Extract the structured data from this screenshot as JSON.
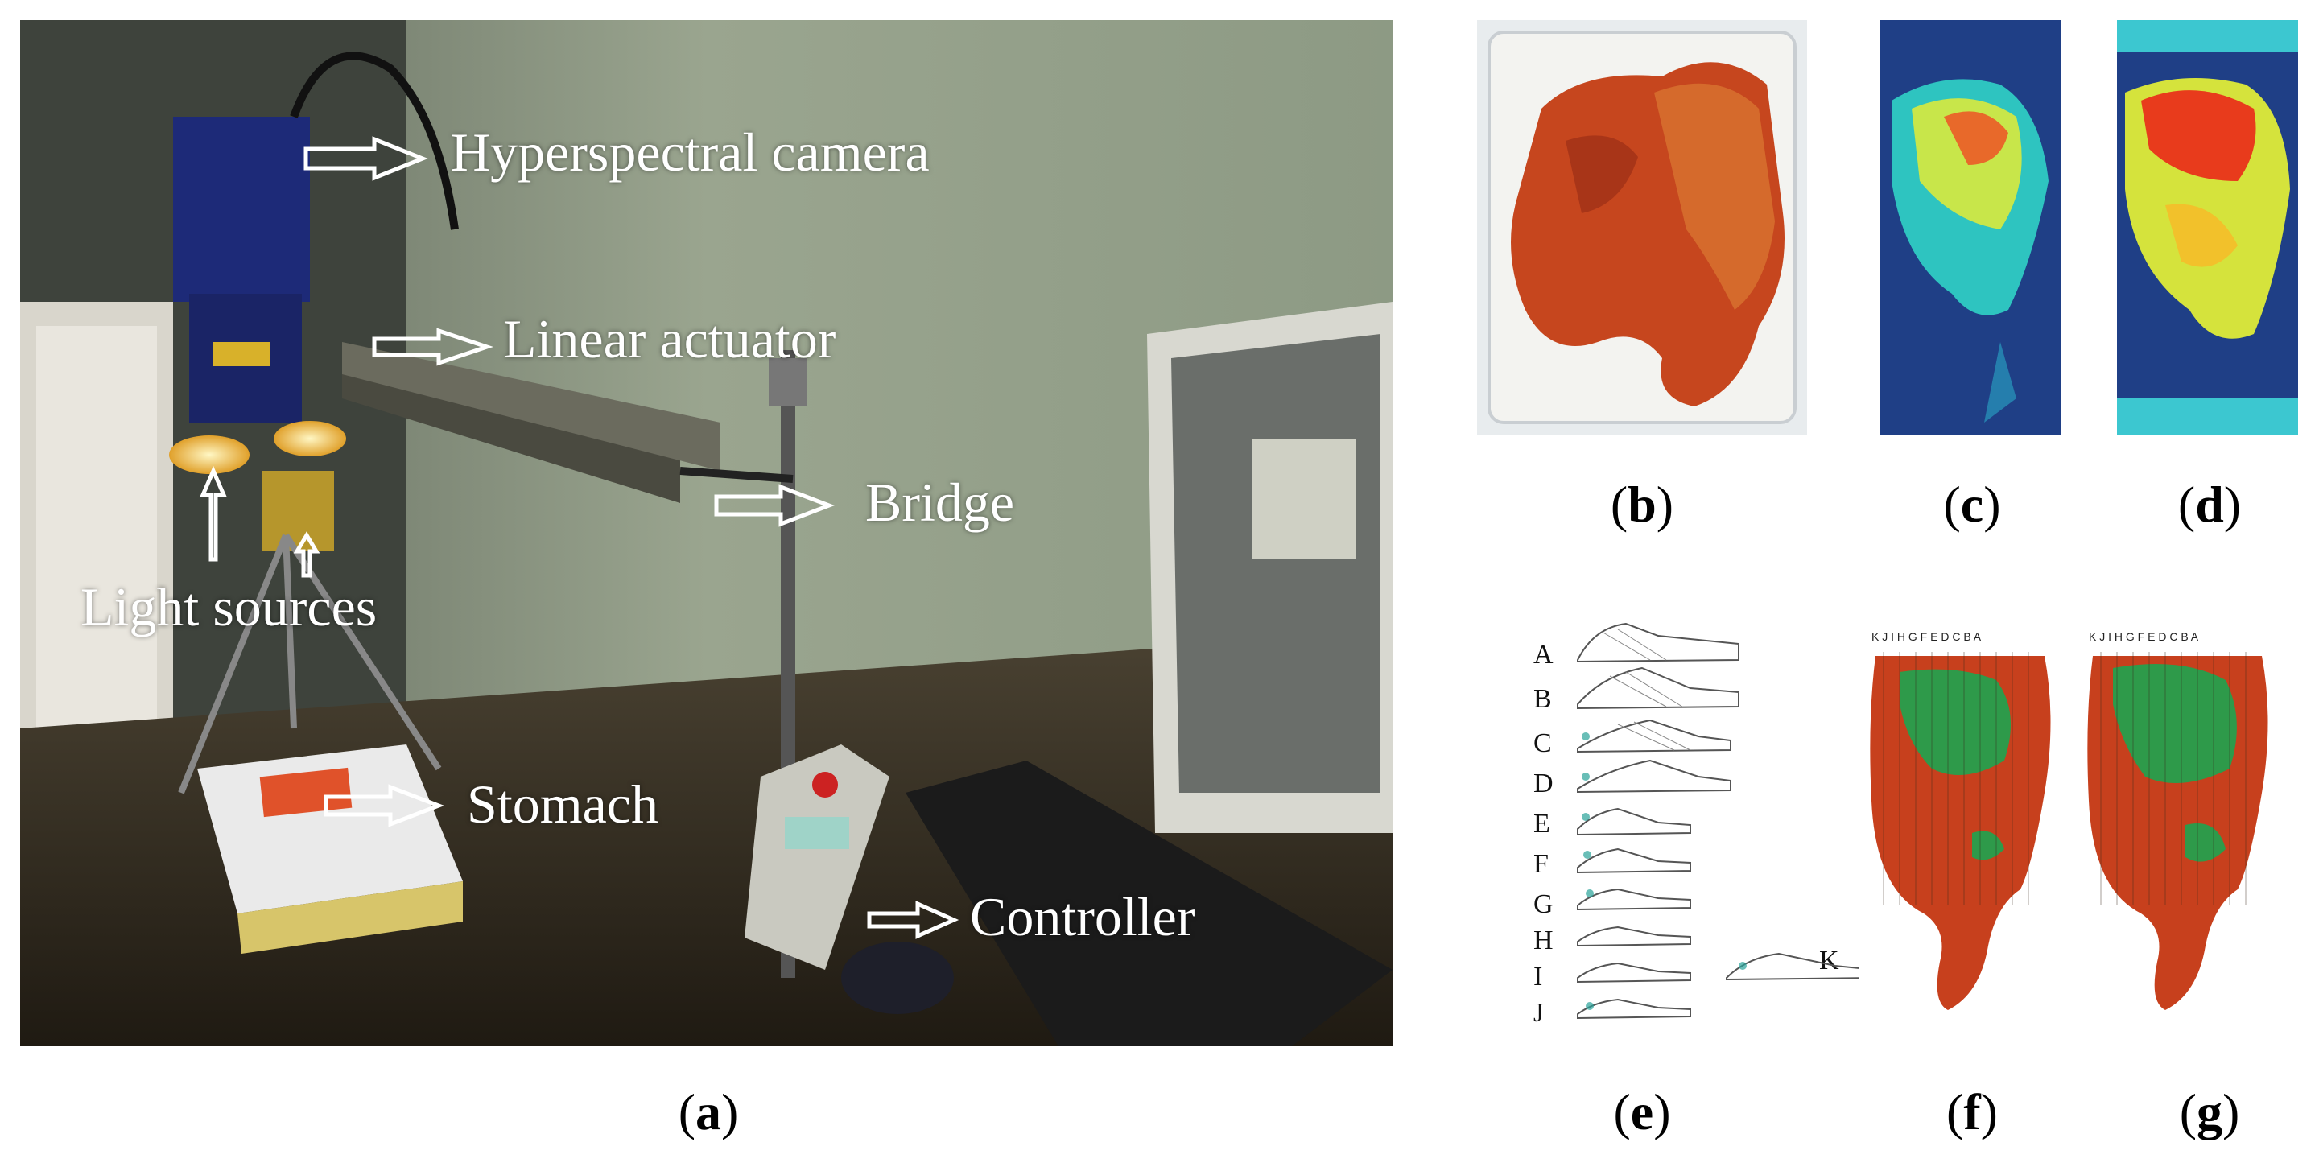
{
  "panel_a": {
    "labels": {
      "camera": "Hyperspectral camera",
      "actuator": "Linear actuator",
      "bridge": "Bridge",
      "light": "Light sources",
      "stomach": "Stomach",
      "controller": "Controller"
    },
    "caption_letter": "a"
  },
  "captions": {
    "b": "b",
    "c": "c",
    "d": "d",
    "e": "e",
    "f": "f",
    "g": "g"
  },
  "panel_e": {
    "rows": [
      "A",
      "B",
      "C",
      "D",
      "E",
      "F",
      "G",
      "H",
      "I",
      "J"
    ],
    "extra": "K"
  },
  "panel_fg": {
    "column_header": "K J I H G F E D C B A"
  },
  "colors": {
    "tissue": "#c7401d",
    "tumor": "#2e9a4a",
    "map_bg": "#1f3f86",
    "map_hot": "#e83b1c"
  }
}
